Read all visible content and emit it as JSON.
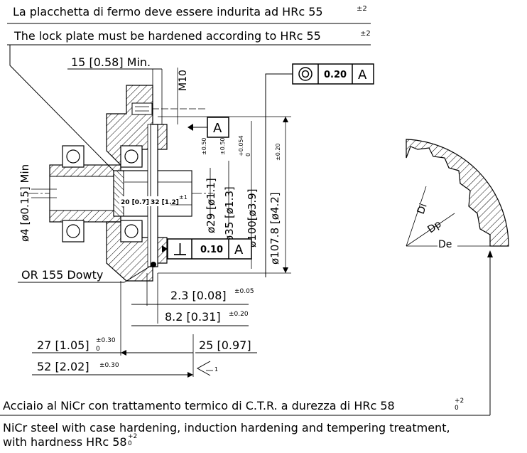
{
  "notes": {
    "it_lock": "La placchetta di fermo deve essere indurita ad HRc 55",
    "en_lock": "The lock plate must be hardened according to HRc 55",
    "tol_pm2": "±2",
    "it_steel": "Acciaio al NiCr con trattamento termico di C.T.R. a durezza di HRc 58",
    "en_steel_1": "NiCr steel with case hardening, induction hardening and tempering treatment,",
    "en_steel_2": "with hardness HRc 58",
    "tol_plus2": "+2",
    "tol_zero": "0"
  },
  "dims": {
    "min15": "15 [0.58] Min.",
    "m10": "M10",
    "d4": "ø4 [ø0.15] Min",
    "d29": "ø29 [ø1.1]",
    "d29_tol": "±0.50",
    "d35": "ø35 [ø1.3]",
    "d35_tol": "±0.50",
    "d100": "ø100[ø3.9]",
    "d100_tol_hi": "+0.054",
    "d100_tol_lo": "0",
    "d107": "ø107.8 [ø4.2]",
    "d107_tol": "±0.20",
    "l20": "20 [0.7]",
    "l32": "32 [1.2]",
    "l32_tol": "±1",
    "or155": "OR 155 Dowty",
    "l23": "2.3 [0.08]",
    "l23_tol": "±0.05",
    "l82": "8.2 [0.31]",
    "l82_tol": "±0.20",
    "l27": "27 [1.05]",
    "l27_tol_hi": "±0.30",
    "l27_tol_lo": "0",
    "l25": "25 [0.97]",
    "l52": "52 [2.02]",
    "l52_tol": "±0.30",
    "rough": "1"
  },
  "frames": {
    "concentricity": {
      "value": "0.20",
      "datum": "A"
    },
    "perpendicularity": {
      "value": "0.10",
      "datum": "A"
    },
    "datum": "A"
  },
  "gear": {
    "di": "Di",
    "dp": "Dp",
    "de": "De"
  }
}
